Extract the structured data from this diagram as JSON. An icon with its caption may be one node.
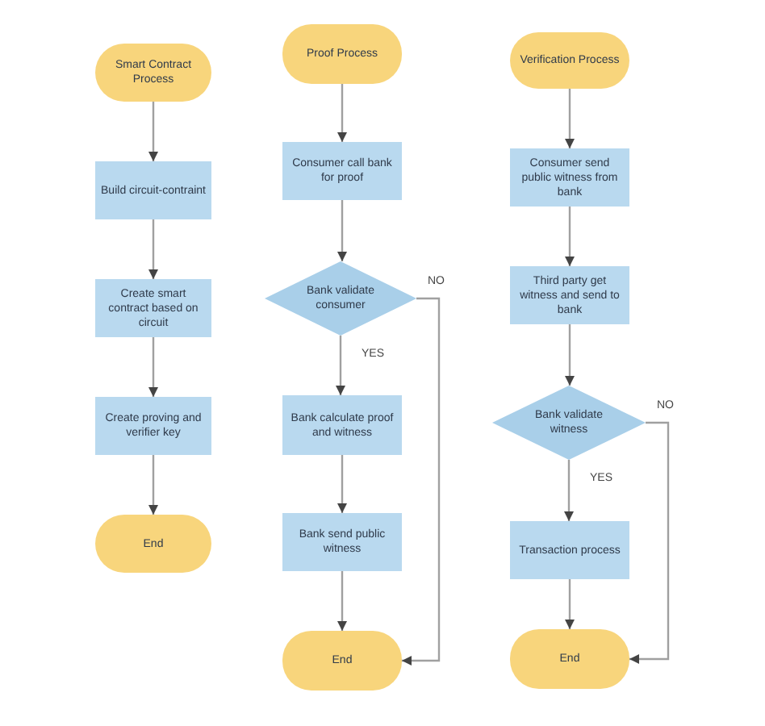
{
  "diagram": {
    "nodes": [
      {
        "text": [
          "Smart Contract Process"
        ]
      },
      {
        "text": [
          "Build circuit-contraint"
        ]
      },
      {
        "text": [
          "Create smart contract based on circuit"
        ]
      },
      {
        "text": [
          "Create proving and verifier key"
        ]
      },
      {
        "text": [
          "End"
        ]
      },
      {
        "text": [
          "Proof Process"
        ]
      },
      {
        "text": [
          "Consumer call bank for proof"
        ]
      },
      {
        "text": [
          "Bank validate consumer"
        ]
      },
      {
        "text": [
          "Bank calculate proof and witness"
        ]
      },
      {
        "text": [
          "Bank send public witness"
        ]
      },
      {
        "text": [
          "End"
        ]
      },
      {
        "text": [
          "Verification Process"
        ]
      },
      {
        "text": [
          "Consumer send public witness from bank"
        ]
      },
      {
        "text": [
          "Third party get witness and send to bank"
        ]
      },
      {
        "text": [
          "Bank validate witness"
        ]
      },
      {
        "text": [
          "Transaction process"
        ]
      },
      {
        "text": [
          "End"
        ]
      }
    ],
    "edges": [
      {
        "from": 0,
        "to": 1,
        "arrow": "to"
      },
      {
        "from": 1,
        "to": 2,
        "arrow": "to"
      },
      {
        "from": 2,
        "to": 3,
        "arrow": "to"
      },
      {
        "from": 3,
        "to": 4,
        "arrow": "to"
      },
      {
        "from": 5,
        "to": 6,
        "arrow": "to"
      },
      {
        "from": 6,
        "to": 7,
        "arrow": "to"
      },
      {
        "from": 7,
        "to": 8,
        "arrow": "to",
        "label": "YES"
      },
      {
        "from": 8,
        "to": 9,
        "arrow": "to"
      },
      {
        "from": 9,
        "to": 10,
        "arrow": "to"
      },
      {
        "from": 7,
        "to": 10,
        "arrow": "to",
        "label": "NO"
      },
      {
        "from": 11,
        "to": 12,
        "arrow": "to"
      },
      {
        "from": 12,
        "to": 13,
        "arrow": "to"
      },
      {
        "from": 13,
        "to": 14,
        "arrow": "to"
      },
      {
        "from": 14,
        "to": 15,
        "arrow": "to",
        "label": "YES"
      },
      {
        "from": 15,
        "to": 16,
        "arrow": "to"
      },
      {
        "from": 14,
        "to": 16,
        "arrow": "to",
        "label": "NO"
      }
    ]
  }
}
